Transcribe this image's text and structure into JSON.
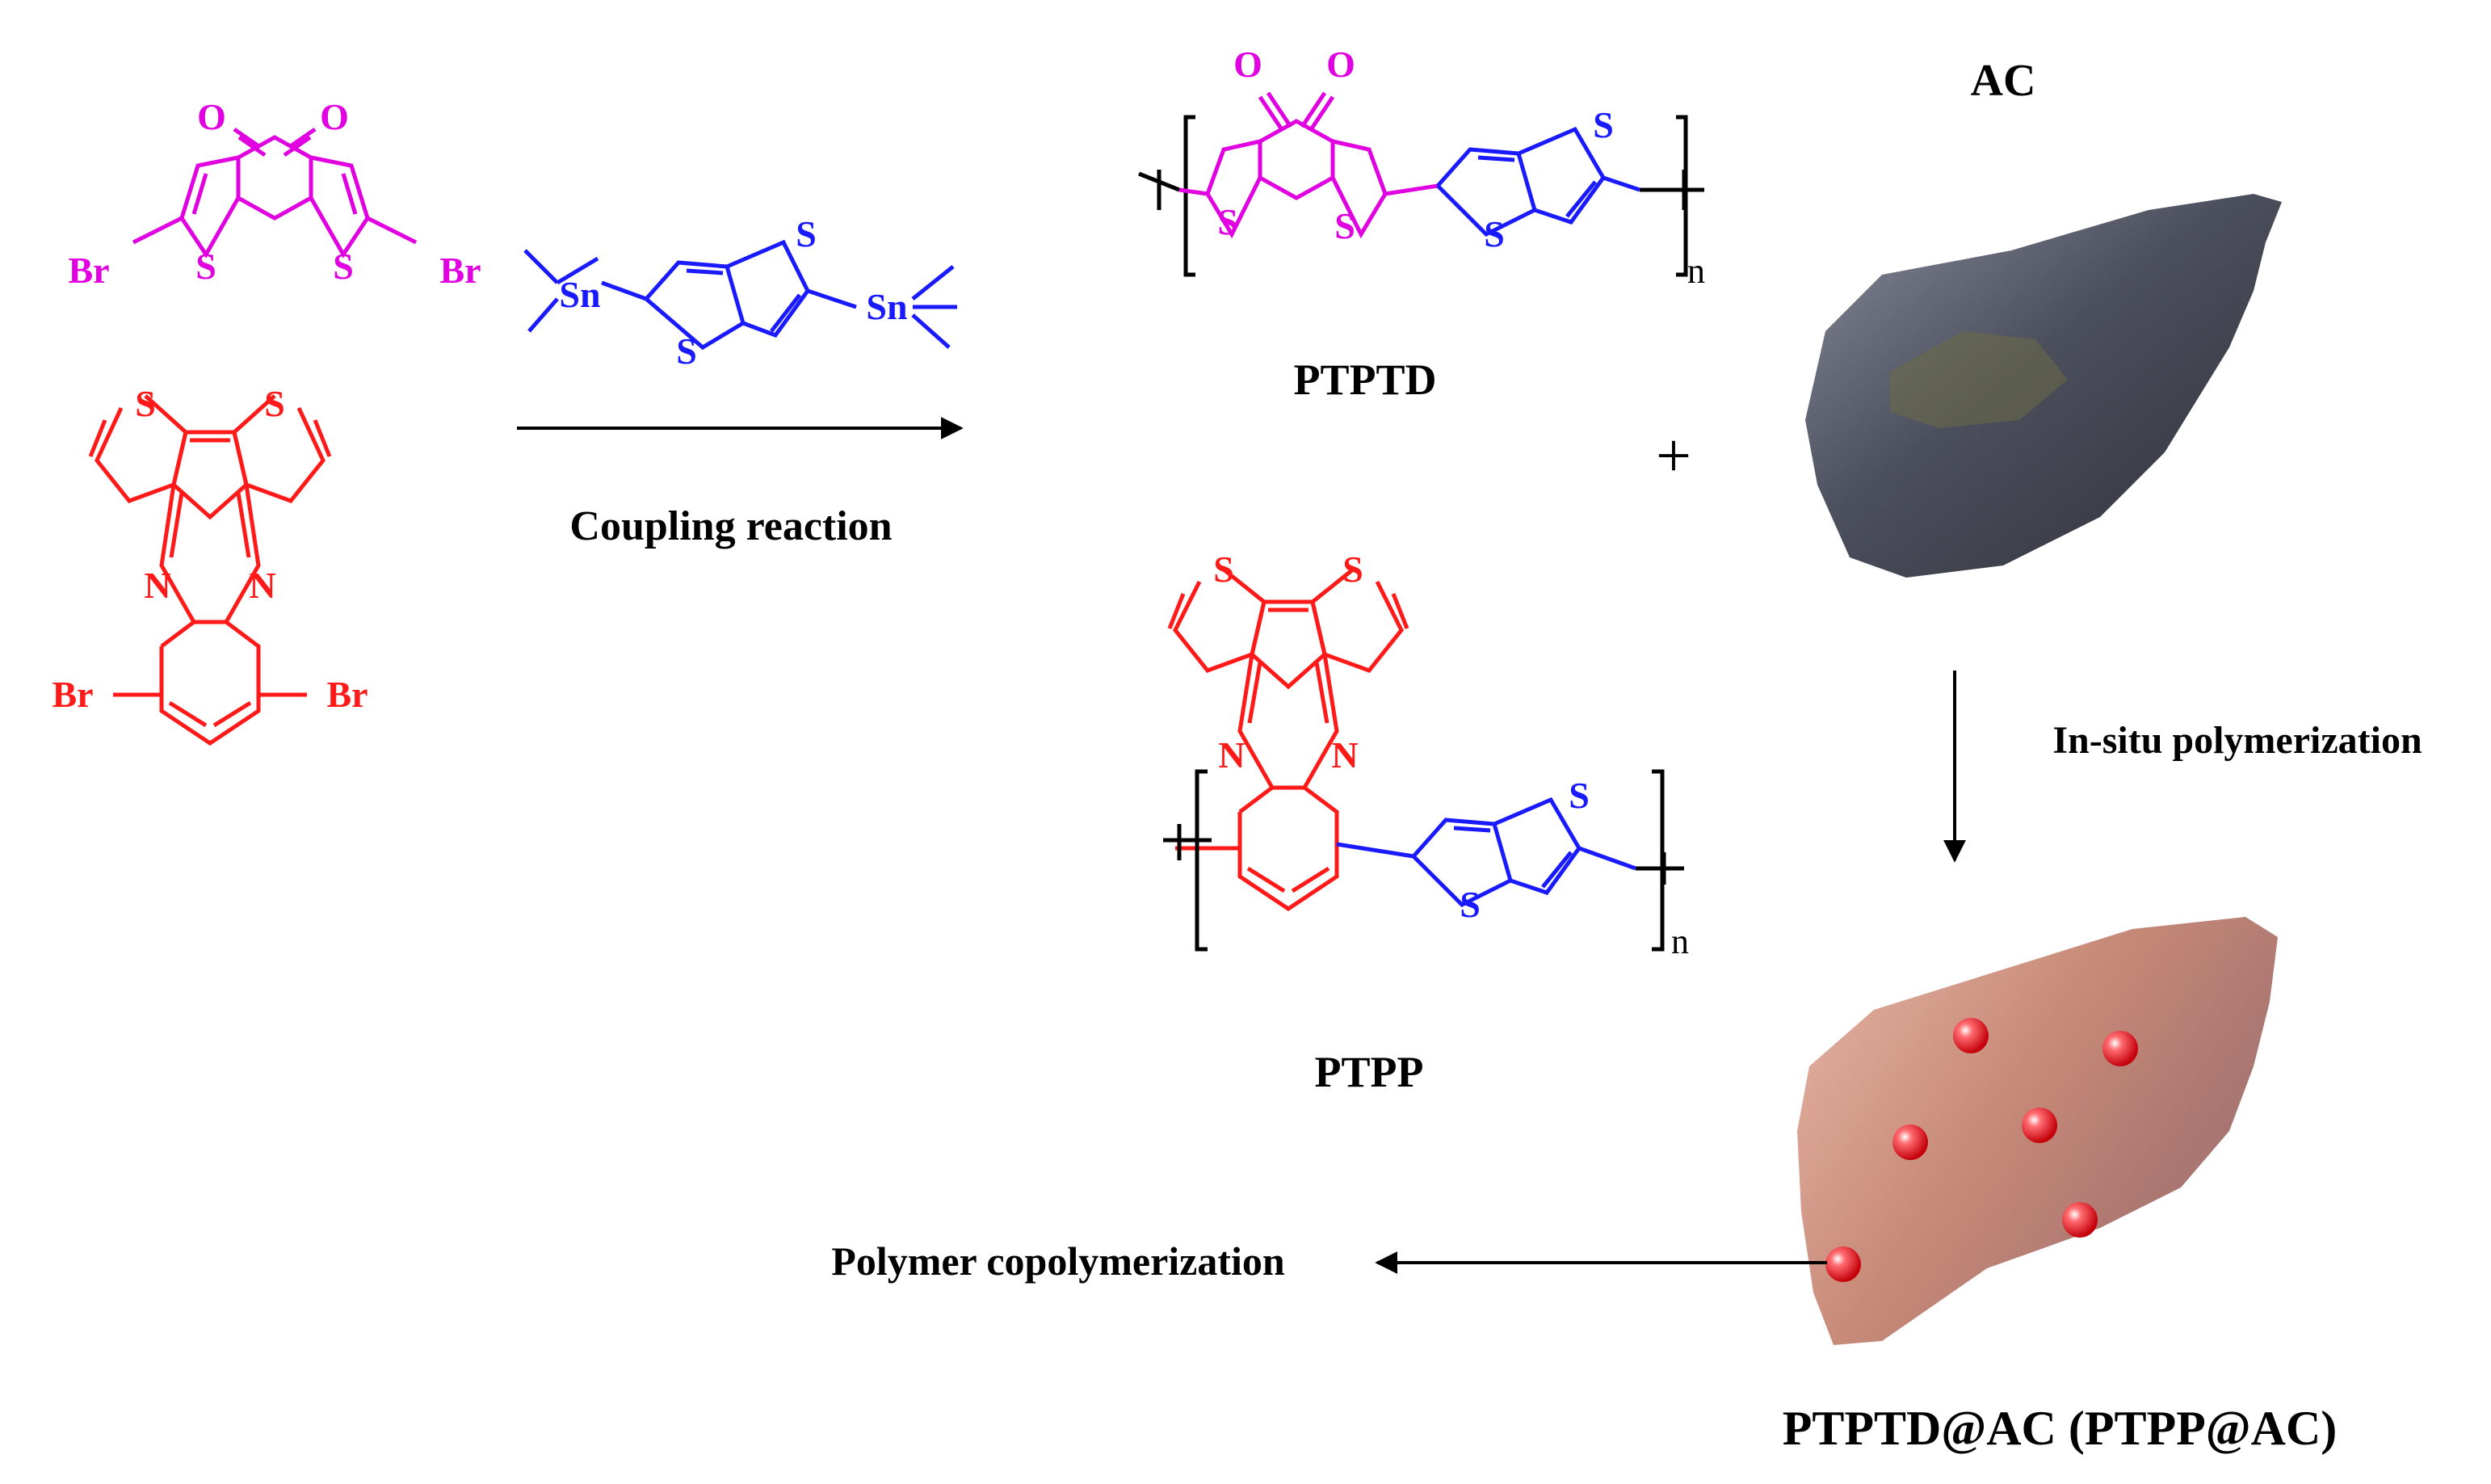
{
  "colors": {
    "magenta": "#e000e0",
    "blue": "#1a1aff",
    "red": "#ff1a1a",
    "black": "#000000",
    "ac_dark": "#4f5260",
    "ac_coated": "#c98f7a",
    "dot": "#e8141c"
  },
  "monomers": {
    "diketone": {
      "o1": "O",
      "o2": "O",
      "s1": "S",
      "s2": "S",
      "br1": "Br",
      "br2": "Br"
    },
    "phenazine": {
      "s1": "S",
      "s2": "S",
      "n1": "N",
      "n2": "N",
      "br1": "Br",
      "br2": "Br"
    },
    "stannyl": {
      "sn1": "Sn",
      "sn2": "Sn",
      "s1": "S",
      "s2": "S"
    }
  },
  "reaction": {
    "label": "Coupling reaction"
  },
  "products": {
    "ptptd": {
      "name": "PTPTD",
      "o1": "O",
      "o2": "O",
      "s1": "S",
      "s2": "S",
      "s3": "S",
      "s4": "S",
      "n": "n"
    },
    "ptpp": {
      "name": "PTPP",
      "s1": "S",
      "s2": "S",
      "n1": "N",
      "n2": "N",
      "s3": "S",
      "s4": "S",
      "n": "n"
    }
  },
  "plus": "+",
  "ac": {
    "label": "AC"
  },
  "process": {
    "insitu": "In-situ polymerization",
    "copolymer": "Polymer copolymerization",
    "composite": "PTPTD@AC (PTPP@AC)"
  }
}
